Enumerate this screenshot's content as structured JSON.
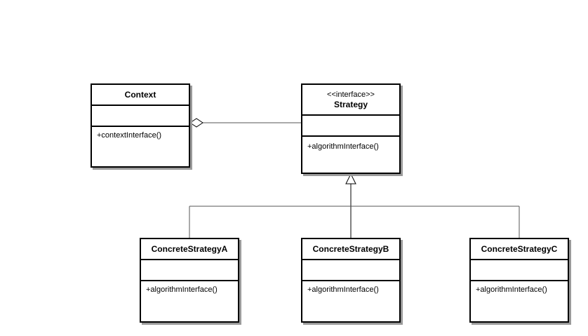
{
  "colors": {
    "line": "#000000",
    "connector": "#555555",
    "shadow": "#9a9a9a",
    "background": "#ffffff"
  },
  "classes": {
    "context": {
      "name": "Context",
      "method": "+contextInterface()"
    },
    "strategy": {
      "stereotype": "<<interface>>",
      "name": "Strategy",
      "method": "+algorithmInterface()"
    },
    "concrete_a": {
      "name": "ConcreteStrategyA",
      "method": "+algorithmInterface()"
    },
    "concrete_b": {
      "name": "ConcreteStrategyB",
      "method": "+algorithmInterface()"
    },
    "concrete_c": {
      "name": "ConcreteStrategyC",
      "method": "+algorithmInterface()"
    }
  },
  "relationships": [
    {
      "type": "aggregation",
      "from": "context",
      "to": "strategy"
    },
    {
      "type": "realization",
      "from": "concrete_a",
      "to": "strategy"
    },
    {
      "type": "realization",
      "from": "concrete_b",
      "to": "strategy"
    },
    {
      "type": "realization",
      "from": "concrete_c",
      "to": "strategy"
    }
  ]
}
